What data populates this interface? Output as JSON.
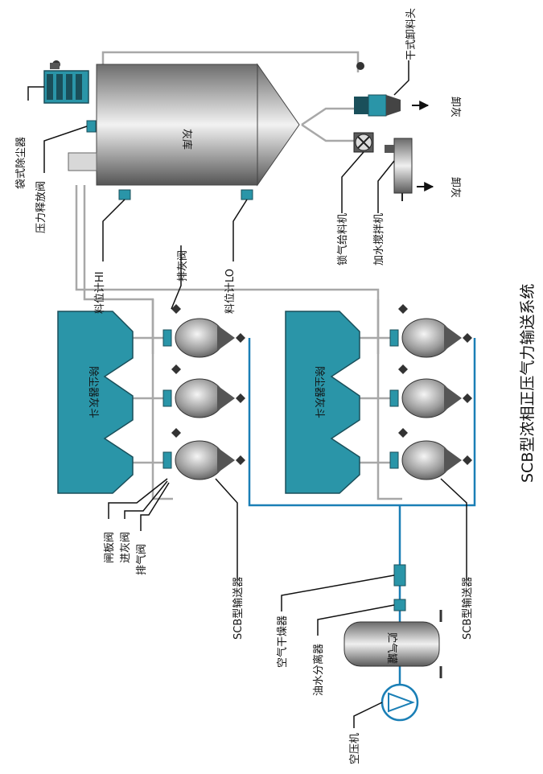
{
  "title": "SCB型浓相正压气力输送系统",
  "labels": {
    "bag_filter": "袋式除尘器",
    "pressure_relief_valve": "压力释放阀",
    "ash_silo": "灰库",
    "level_hi": "料位计HI",
    "level_lo": "料位计LO",
    "dry_unloader": "干式卸料头",
    "unload_1": "卸灰",
    "unload_2": "卸灰",
    "rotary_feeder": "锁气给料机",
    "humidifier": "加水搅拌机",
    "vent_valve_top": "排灰阀",
    "hopper_1": "除尘器灰斗",
    "hopper_2": "除尘器灰斗",
    "gate_valve": "闸板阀",
    "inlet_valve": "进灰阀",
    "exhaust_valve": "排气阀",
    "scb_1": "SCB型输送器",
    "scb_2": "SCB型输送器",
    "air_dryer": "空气干燥器",
    "separator": "油水分离器",
    "tank": "贮气罐",
    "compressor": "空压机"
  },
  "colors": {
    "teal": "#2a95a8",
    "pipe_blue": "#1a7fb6",
    "pipe_gray": "#a8a8a8",
    "vessel_dark": "#5a5a5a"
  }
}
